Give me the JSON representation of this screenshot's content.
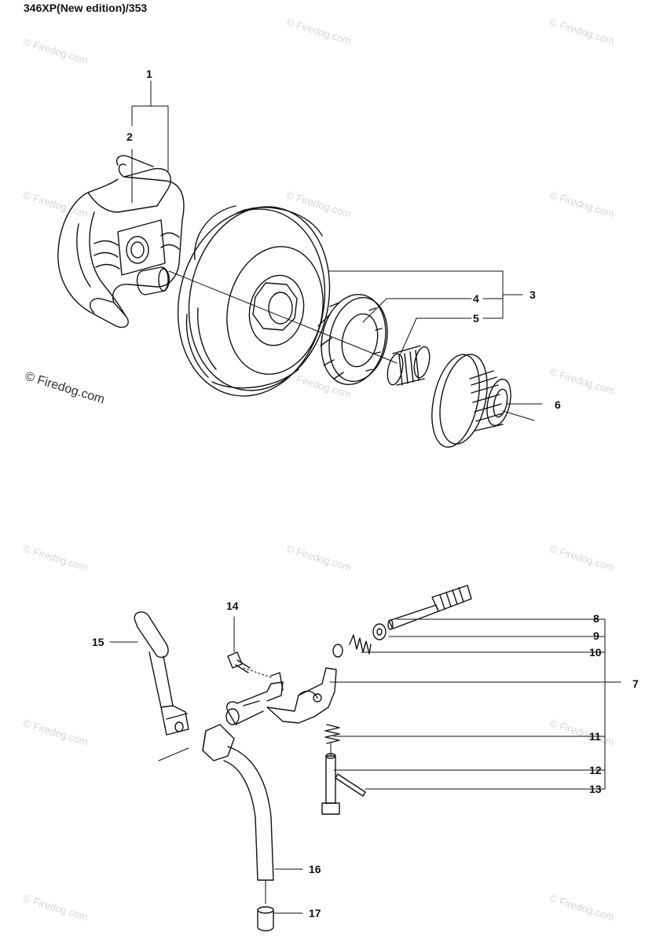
{
  "title": "346XP(New edition)/353",
  "copyright": "© Firedog.com",
  "watermark": "© Firedog.com",
  "callouts": [
    "1",
    "2",
    "3",
    "4",
    "5",
    "6",
    "7",
    "8",
    "9",
    "10",
    "11",
    "12",
    "13",
    "14",
    "15",
    "16",
    "17"
  ]
}
